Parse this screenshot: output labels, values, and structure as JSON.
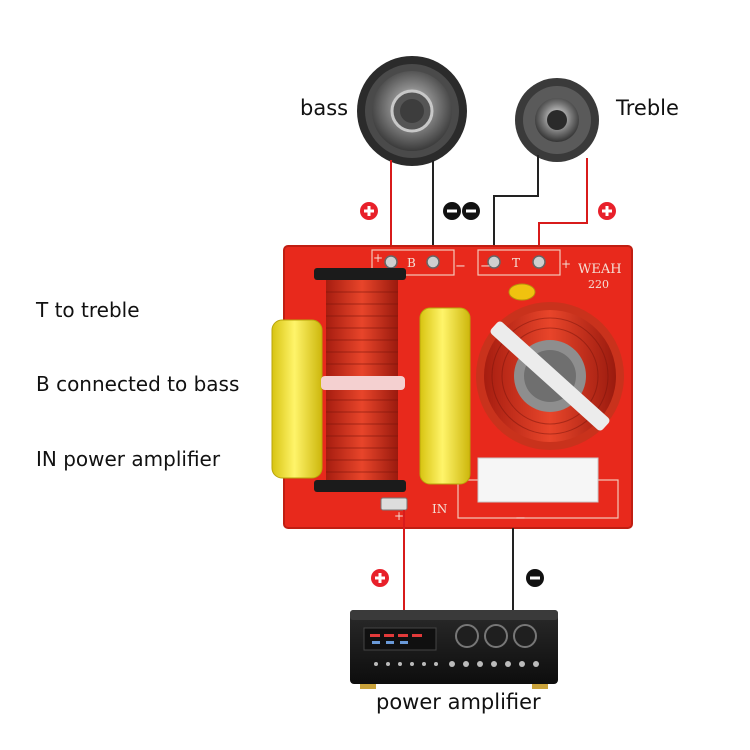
{
  "speakers": {
    "bass_label": "bass",
    "treble_label": "Treble"
  },
  "legend": {
    "t_line": "T to treble",
    "b_line": "B connected to bass",
    "in_line": "IN power amplifier"
  },
  "board": {
    "model": "WEAH",
    "model_number": "220",
    "in_mark": "IN",
    "b_mark": "B",
    "t_mark": "T",
    "plus": "+",
    "minus": "−"
  },
  "amplifier": {
    "label": "power amplifier"
  },
  "colors": {
    "board": "#e8291c",
    "positive_wire": "#d81b1b",
    "negative_wire": "#222222",
    "capacitor": "#f2e21a",
    "coil": "#d7301c"
  },
  "icons": [
    "plus-circle-icon",
    "minus-circle-icon"
  ]
}
